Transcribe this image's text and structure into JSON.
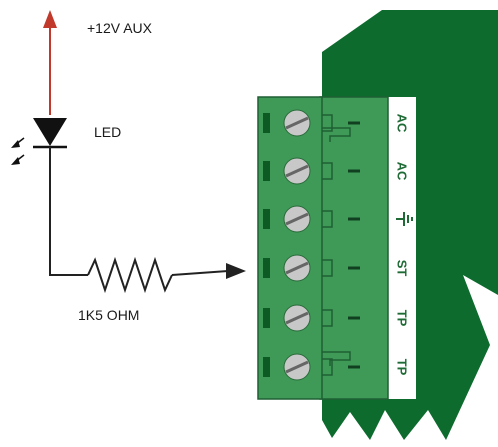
{
  "labels": {
    "supply": "+12V AUX",
    "led": "LED",
    "resistor": "1K5 OHM"
  },
  "terminals": [
    "AC",
    "AC",
    "",
    "ST",
    "TP",
    "TP"
  ],
  "terminal_icons": [
    "",
    "",
    "ground-icon",
    "",
    "",
    ""
  ],
  "colors": {
    "board": "#0d6b2e",
    "connector": "#3f9a58",
    "connector_dark": "#1f5f33",
    "terminal_text": "#1e6b35",
    "wire": "#222222",
    "arrow_supply": "#c0392b",
    "screw": "#c8c8c8"
  }
}
